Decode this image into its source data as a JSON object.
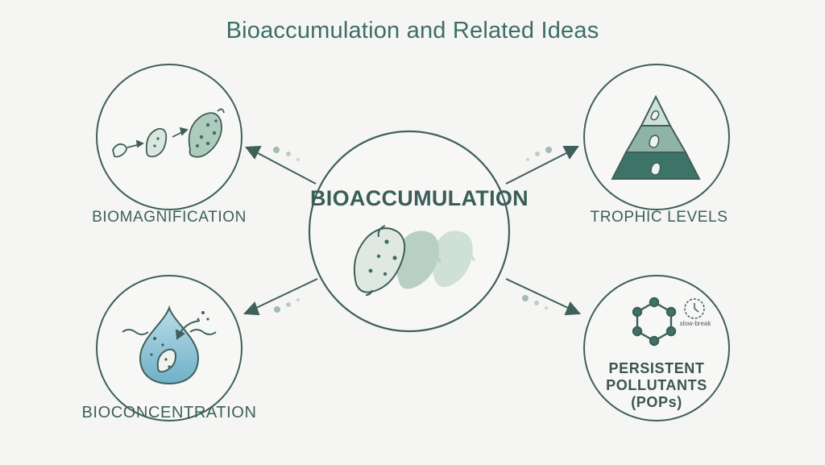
{
  "title": "Bioaccumulation and Related Ideas",
  "center": {
    "label": "BIOACCUMULATION"
  },
  "nodes": {
    "biomagnification": {
      "label": "BIOMAGNIFICATION"
    },
    "trophic_levels": {
      "label": "TROPHIC LEVELS"
    },
    "bioconcentration": {
      "label": "BIOCONCENTRATION"
    },
    "pops": {
      "label_lines": [
        "PERSISTENT",
        "POLLUTANTS",
        "(POPs)"
      ],
      "clock_label": "slow-break"
    }
  },
  "colors": {
    "outline": "#3f5f5a",
    "dark_teal": "#3d7468",
    "mid_teal": "#8fb3a4",
    "light_teal": "#cfe0d6",
    "water_blue": "#8fc3d6",
    "text": "#3d5f5a"
  }
}
